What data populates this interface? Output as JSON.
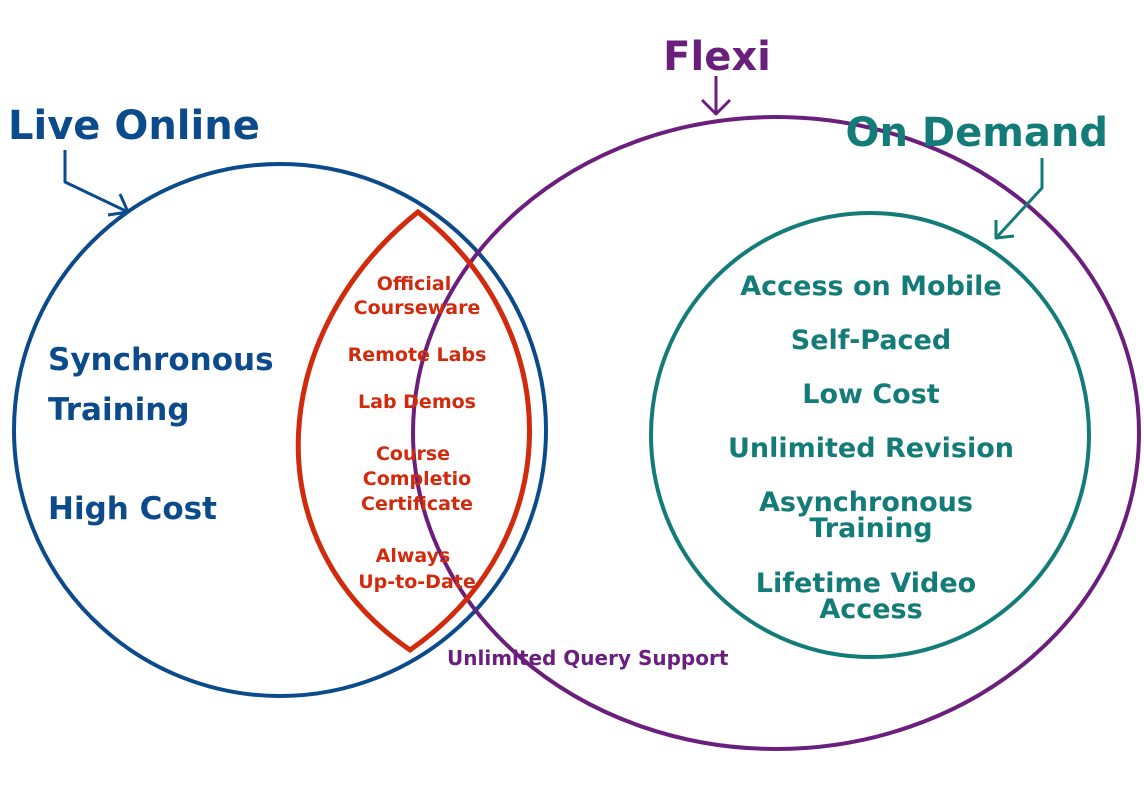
{
  "colors": {
    "live_online": "#0b4a8b",
    "flexi": "#6b1f7c",
    "on_demand": "#137b78",
    "overlap": "#d12a0c"
  },
  "labels": {
    "live_online": "Live Online",
    "flexi": "Flexi",
    "on_demand": "On Demand"
  },
  "live_online_items": [
    "Synchronous",
    "Training",
    "High Cost"
  ],
  "overlap_items": [
    "Official",
    "Courseware",
    "Remote Labs",
    "Lab Demos",
    "Course",
    "Completio",
    "Certificate",
    "Always",
    "Up-to-Date"
  ],
  "on_demand_items": [
    "Access on Mobile",
    "Self-Paced",
    "Low Cost",
    "Unlimited Revision",
    "Asynchronous",
    "Training",
    "Lifetime Video",
    "Access"
  ],
  "flexi_items": [
    "Unlimited Query Support"
  ]
}
